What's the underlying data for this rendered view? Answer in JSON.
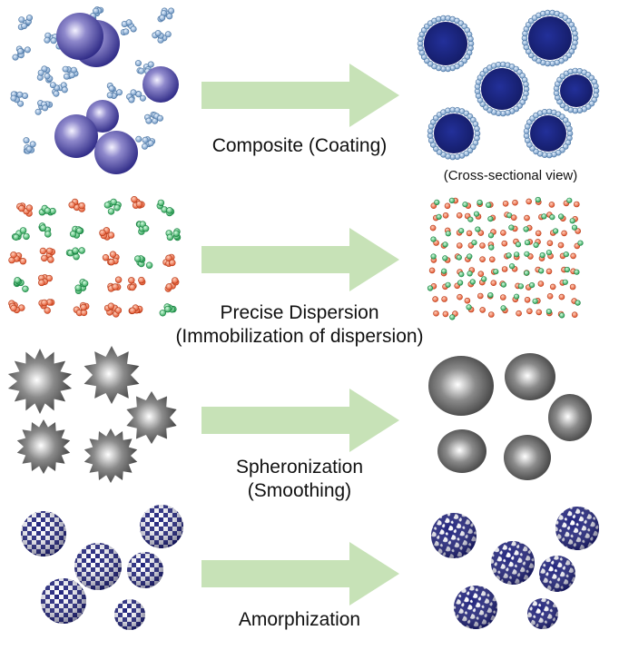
{
  "rows": [
    {
      "id": "composite",
      "label_lines": [
        "Composite (Coating)"
      ],
      "note": "(Cross-sectional view)"
    },
    {
      "id": "dispersion",
      "label_lines": [
        "Precise Dispersion",
        "(Immobilization of dispersion)"
      ]
    },
    {
      "id": "spheronization",
      "label_lines": [
        "Spheronization",
        "(Smoothing)"
      ]
    },
    {
      "id": "amorphization",
      "label_lines": [
        "Amorphization"
      ]
    }
  ],
  "colors": {
    "arrow": "#c7e2b7",
    "core_purple": "#5b55a8",
    "core_navy": "#1a2580",
    "fines_blue": "#8fb3d6",
    "red_particle": "#f06a3c",
    "green_particle": "#3fbf6a",
    "gray_particle": "#6a6a6a",
    "checker_navy": "#1c1f7a"
  }
}
